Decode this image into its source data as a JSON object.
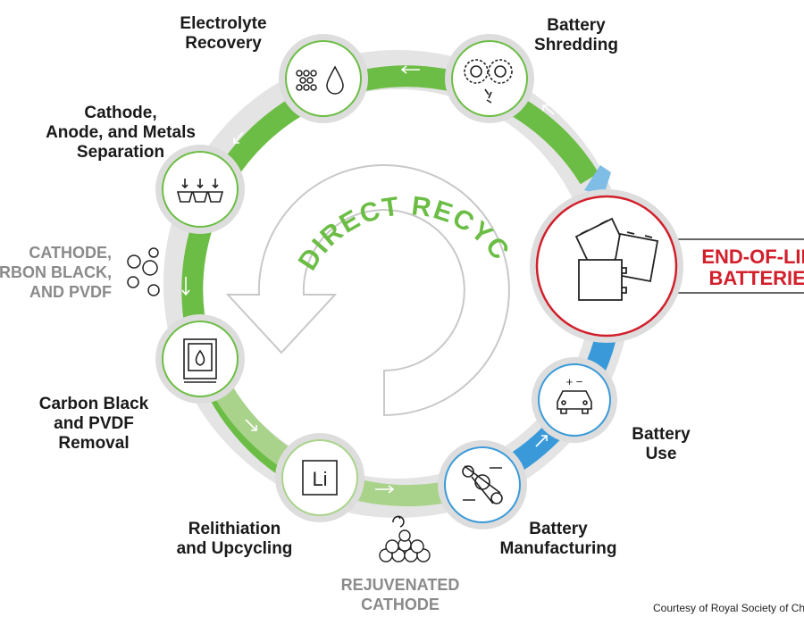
{
  "title": "DIRECT RECYCLING",
  "colors": {
    "green": "#6cbd45",
    "light_green": "#a9d38a",
    "blue": "#3a9ad9",
    "red": "#d21f2b",
    "gray": "#8a8a8a"
  },
  "steps": [
    {
      "label": "Electrolyte Recovery",
      "line1": "Electrolyte",
      "line2": "Recovery",
      "icon": "particles-drop-icon"
    },
    {
      "label": "Battery Shredding",
      "line1": "Battery",
      "line2": "Shredding",
      "icon": "shredder-gears-icon"
    },
    {
      "label": "Cathode, Anode, and Metals Separation",
      "line1": "Cathode,",
      "line2": "Anode, and Metals",
      "line3": "Separation",
      "icon": "separation-bins-icon"
    },
    {
      "label": "Carbon Black and PVDF Removal",
      "line1": "Carbon Black",
      "line2": "and PVDF",
      "line3": "Removal",
      "icon": "furnace-flame-icon"
    },
    {
      "label": "Relithiation and Upcycling",
      "line1": "Relithiation",
      "line2": "and Upcycling",
      "icon": "lithium-element-icon",
      "icon_text": "Li"
    },
    {
      "label": "Battery Manufacturing",
      "line1": "Battery",
      "line2": "Manufacturing",
      "icon": "conveyor-icon"
    },
    {
      "label": "Battery Use",
      "line1": "Battery",
      "line2": "Use",
      "icon": "car-icon",
      "icon_text": "+ −"
    },
    {
      "label": "END-OF-LIFE BATTERIES",
      "line1": "END-OF-LIFE",
      "line2": "BATTERIES",
      "icon": "batteries-icon"
    }
  ],
  "byproducts": {
    "cathode_mix": {
      "line1": "CATHODE,",
      "line2": "CARBON BLACK,",
      "line3": "AND PVDF"
    },
    "rejuvenated": {
      "line1": "REJUVENATED",
      "line2": "CATHODE"
    }
  },
  "credit": "Courtesy of Royal Society of Chemistry"
}
